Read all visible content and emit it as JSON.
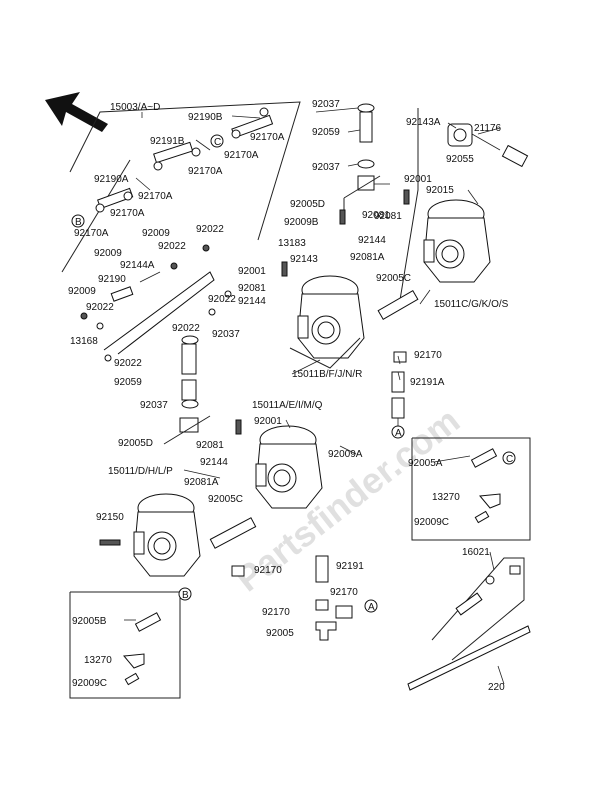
{
  "callouts": {
    "a": "A",
    "b": "B",
    "c": "C"
  },
  "watermark": "Partsfinder.com",
  "labels": [
    {
      "key": "l01",
      "text": "15003/A~D"
    },
    {
      "key": "l02",
      "text": "92190B"
    },
    {
      "key": "l03",
      "text": "92170A"
    },
    {
      "key": "l04",
      "text": "92191B"
    },
    {
      "key": "l05",
      "text": "92170A"
    },
    {
      "key": "l06",
      "text": "92170A"
    },
    {
      "key": "l07",
      "text": "92190A"
    },
    {
      "key": "l08",
      "text": "92170A"
    },
    {
      "key": "l09",
      "text": "92170A"
    },
    {
      "key": "l10",
      "text": "92170A"
    },
    {
      "key": "l11",
      "text": "92037"
    },
    {
      "key": "l12",
      "text": "92059"
    },
    {
      "key": "l13",
      "text": "92037"
    },
    {
      "key": "l14",
      "text": "92005D"
    },
    {
      "key": "l15",
      "text": "92009B"
    },
    {
      "key": "l16",
      "text": "92081"
    },
    {
      "key": "l17",
      "text": "92143A"
    },
    {
      "key": "l18",
      "text": "21176"
    },
    {
      "key": "l19",
      "text": "92055"
    },
    {
      "key": "l20",
      "text": "92001"
    },
    {
      "key": "l21",
      "text": "92015"
    },
    {
      "key": "l22",
      "text": "92081"
    },
    {
      "key": "l23",
      "text": "92144"
    },
    {
      "key": "l24",
      "text": "92081A"
    },
    {
      "key": "l25",
      "text": "13183"
    },
    {
      "key": "l26",
      "text": "92143"
    },
    {
      "key": "l27",
      "text": "92009"
    },
    {
      "key": "l28",
      "text": "92022"
    },
    {
      "key": "l29",
      "text": "92009"
    },
    {
      "key": "l30",
      "text": "92022"
    },
    {
      "key": "l31",
      "text": "92144A"
    },
    {
      "key": "l32",
      "text": "92190"
    },
    {
      "key": "l33",
      "text": "92009"
    },
    {
      "key": "l34",
      "text": "92022"
    },
    {
      "key": "l35",
      "text": "92001"
    },
    {
      "key": "l36",
      "text": "92081"
    },
    {
      "key": "l37",
      "text": "92144"
    },
    {
      "key": "l38",
      "text": "92022"
    },
    {
      "key": "l39",
      "text": "92005C"
    },
    {
      "key": "l40",
      "text": "15011C/G/K/O/S"
    },
    {
      "key": "l41",
      "text": "92022"
    },
    {
      "key": "l42",
      "text": "92037"
    },
    {
      "key": "l43",
      "text": "13168"
    },
    {
      "key": "l44",
      "text": "92022"
    },
    {
      "key": "l45",
      "text": "92059"
    },
    {
      "key": "l46",
      "text": "92170"
    },
    {
      "key": "l47",
      "text": "15011B/F/J/N/R"
    },
    {
      "key": "l48",
      "text": "92191A"
    },
    {
      "key": "l49",
      "text": "92037"
    },
    {
      "key": "l50",
      "text": "15011A/E/I/M/Q"
    },
    {
      "key": "l51",
      "text": "92001"
    },
    {
      "key": "l52",
      "text": "92005D"
    },
    {
      "key": "l53",
      "text": "92081"
    },
    {
      "key": "l54",
      "text": "92009A"
    },
    {
      "key": "l55",
      "text": "92144"
    },
    {
      "key": "l56",
      "text": "92005A"
    },
    {
      "key": "l57",
      "text": "15011/D/H/L/P"
    },
    {
      "key": "l58",
      "text": "92081A"
    },
    {
      "key": "l59",
      "text": "92005C"
    },
    {
      "key": "l60",
      "text": "13270"
    },
    {
      "key": "l61",
      "text": "92150"
    },
    {
      "key": "l62",
      "text": "92009C"
    },
    {
      "key": "l63",
      "text": "92170"
    },
    {
      "key": "l64",
      "text": "92191"
    },
    {
      "key": "l65",
      "text": "16021"
    },
    {
      "key": "l66",
      "text": "92170"
    },
    {
      "key": "l67",
      "text": "92005B"
    },
    {
      "key": "l68",
      "text": "92170"
    },
    {
      "key": "l69",
      "text": "92005"
    },
    {
      "key": "l70",
      "text": "13270"
    },
    {
      "key": "l71",
      "text": "92009C"
    },
    {
      "key": "l72",
      "text": "220"
    }
  ]
}
